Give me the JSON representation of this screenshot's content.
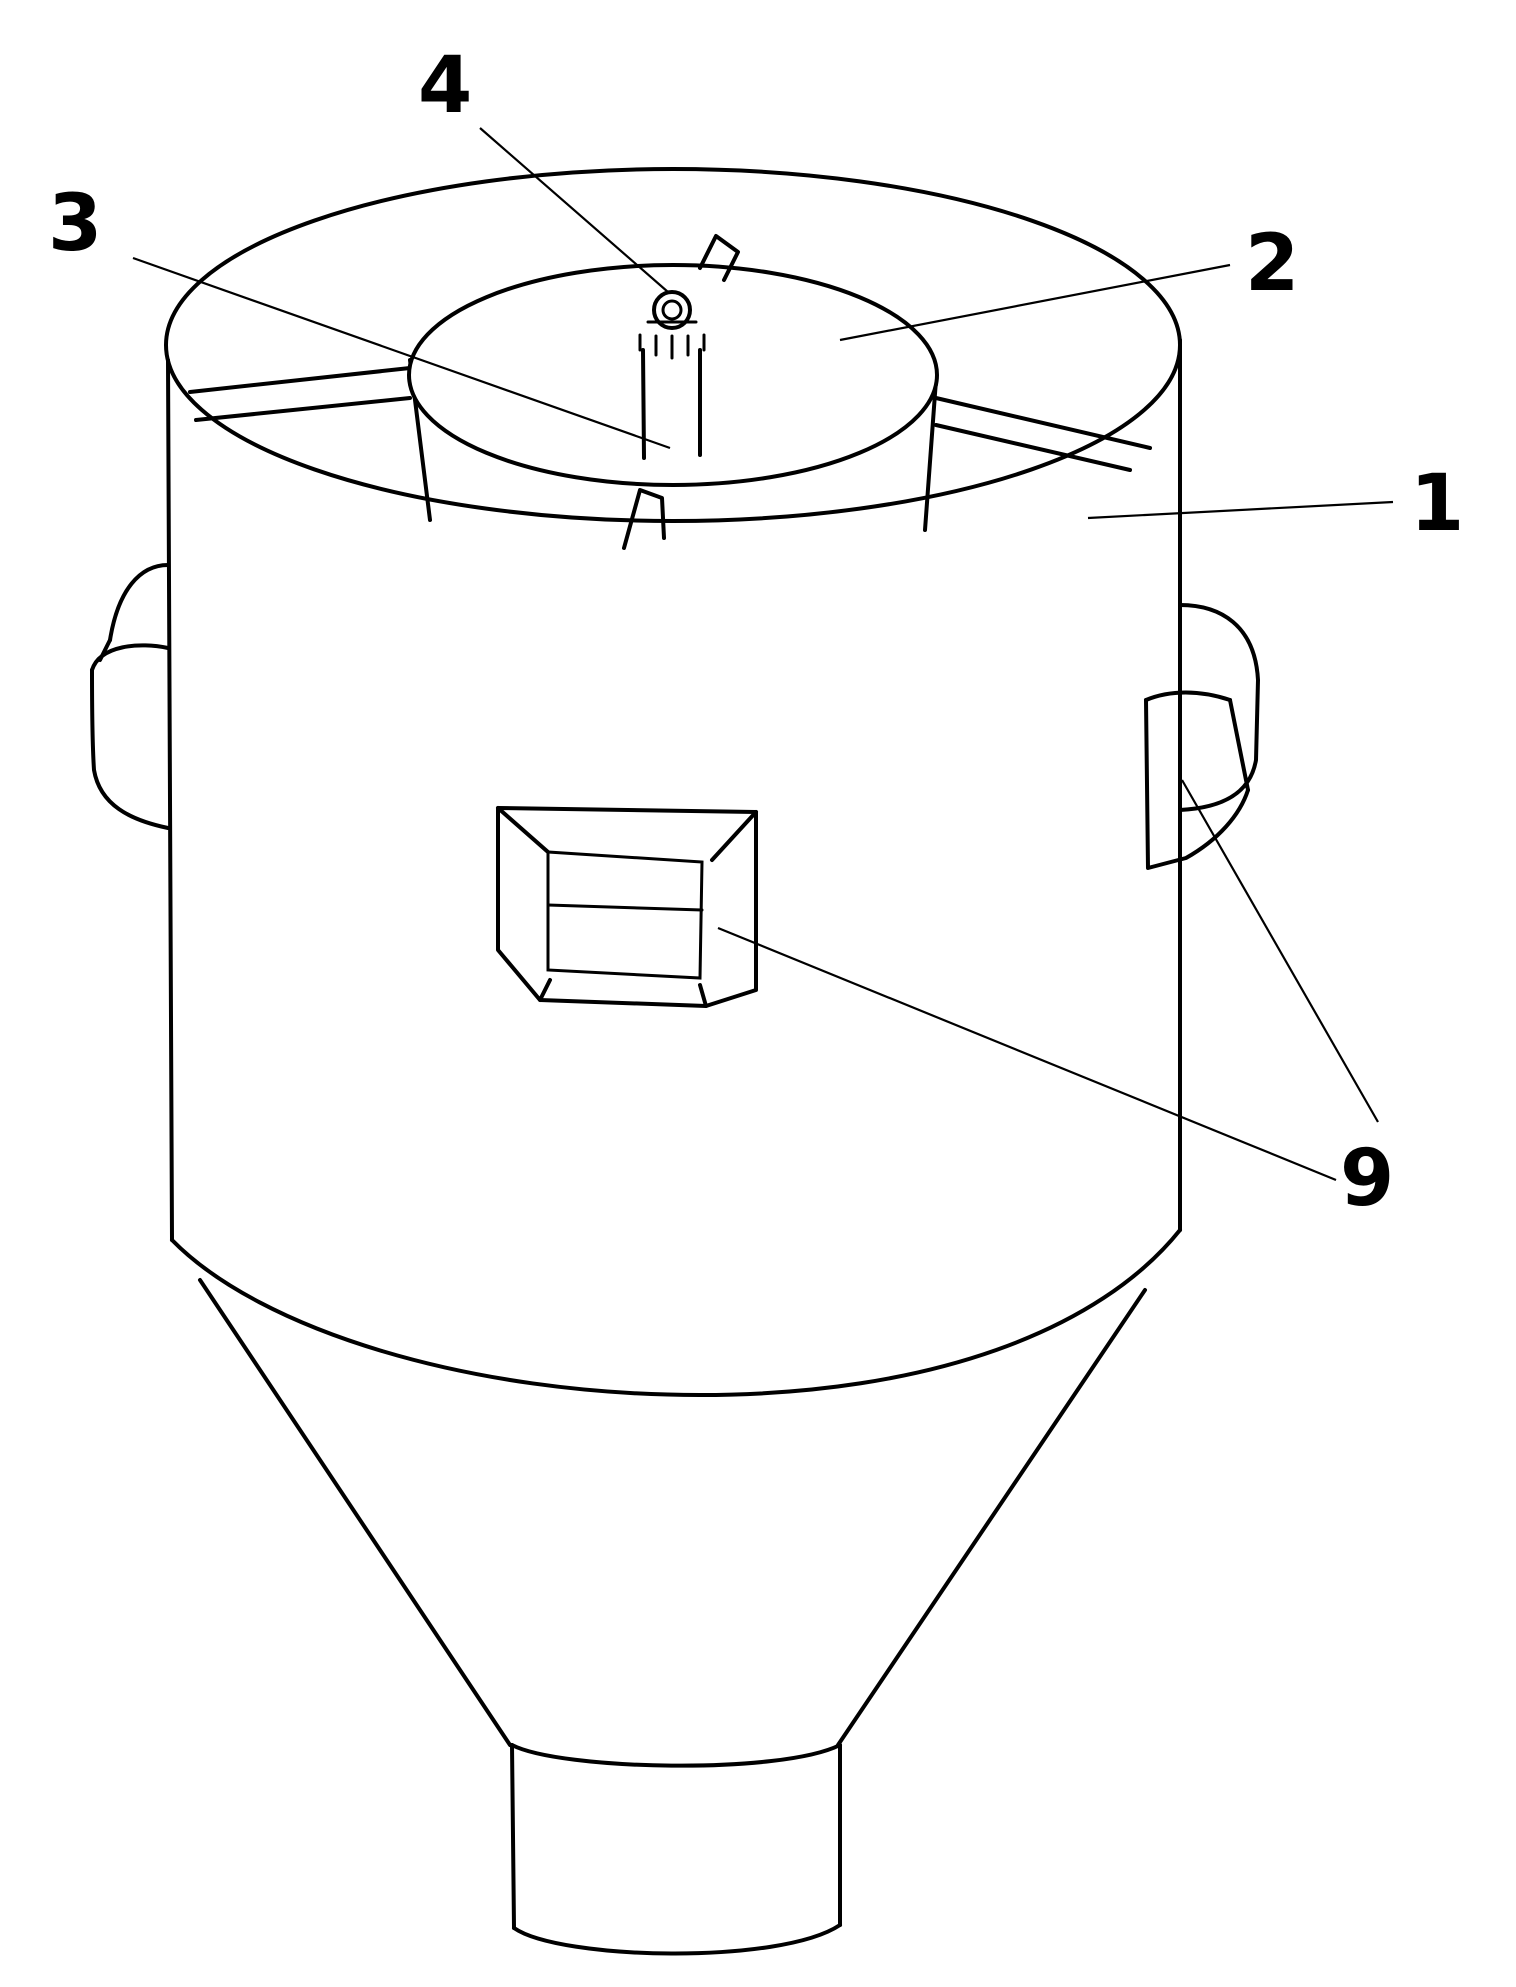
{
  "figure": {
    "labels": [
      {
        "id": "part-1",
        "text": "1"
      },
      {
        "id": "part-2",
        "text": "2"
      },
      {
        "id": "part-3",
        "text": "3"
      },
      {
        "id": "part-4",
        "text": "4"
      },
      {
        "id": "part-9",
        "text": "9"
      }
    ]
  }
}
